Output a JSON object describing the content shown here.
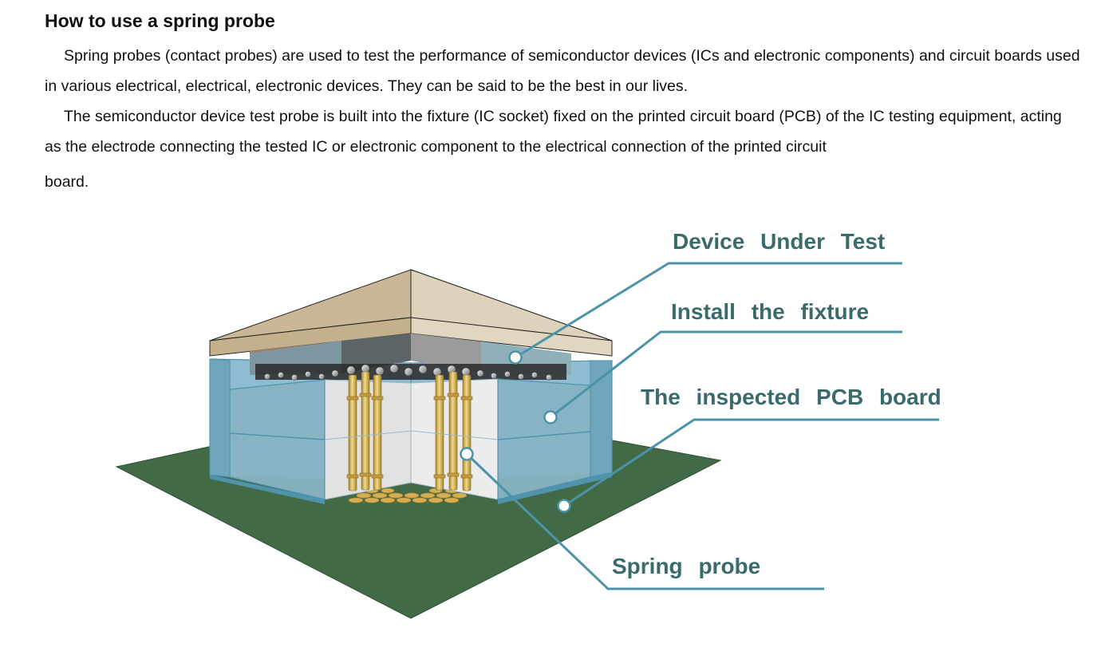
{
  "heading": "How to use a spring probe",
  "paragraphs": [
    "Spring probes (contact probes) are used to test the performance of semiconductor devices (ICs and electronic components) and circuit boards used in various electrical, electrical, electronic devices. They can be said to be the best in our lives.",
    "The semiconductor device test probe is built into the fixture (IC socket) fixed on the printed circuit board (PCB) of the IC testing equipment, acting as the electrode connecting the tested IC or electronic component to the electrical connection of the printed circuit",
    "board."
  ],
  "callouts": {
    "dut": "Device Under Test",
    "fixture": "Install the fixture",
    "pcb": "The inspected PCB board",
    "probe": "Spring probe"
  },
  "colors": {
    "callout_text": "#3a6b6b",
    "callout_line": "#4a93a8",
    "pcb_green": "#426a46",
    "fixture_blue": "#7fb3c8",
    "probe_gold": "#d9b860",
    "dut_top": "#c9b796"
  }
}
